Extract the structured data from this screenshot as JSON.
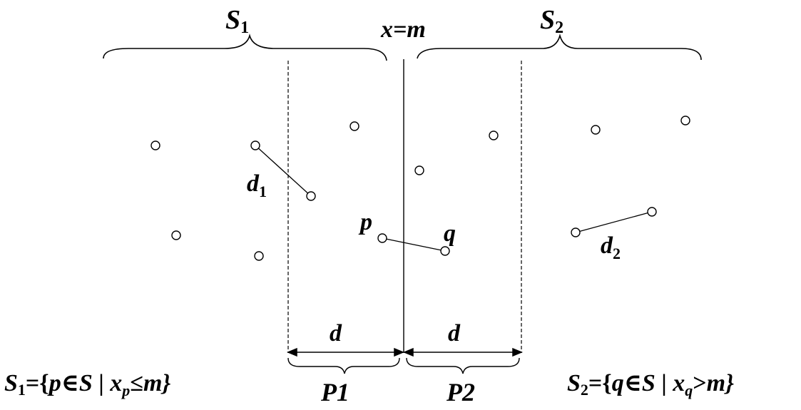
{
  "diagram": {
    "set_left": {
      "letter": "S",
      "sub": "1"
    },
    "set_right": {
      "letter": "S",
      "sub": "2"
    },
    "divider_label": "x=m",
    "edge_left": {
      "letter": "d",
      "sub": "1"
    },
    "edge_right": {
      "letter": "d",
      "sub": "2"
    },
    "point_p": "p",
    "point_q": "q",
    "strip_width_left": "d",
    "strip_width_right": "d",
    "strip_left": "P1",
    "strip_right": "P2",
    "def_left": {
      "lhs": "S",
      "lhs_sub": "1",
      "body_start": "={",
      "var": "p",
      "elem_sym": "∈",
      "set": "S",
      "bar": " | ",
      "coord": "x",
      "coord_sub": "p",
      "rel": "≤",
      "rhs": "m}"
    },
    "def_right": {
      "lhs": "S",
      "lhs_sub": "2",
      "body_start": "={",
      "var": "q",
      "elem_sym": "∈",
      "set": "S",
      "bar": " | ",
      "coord": "x",
      "coord_sub": "q",
      "rel": ">",
      "rhs": "m}"
    }
  }
}
